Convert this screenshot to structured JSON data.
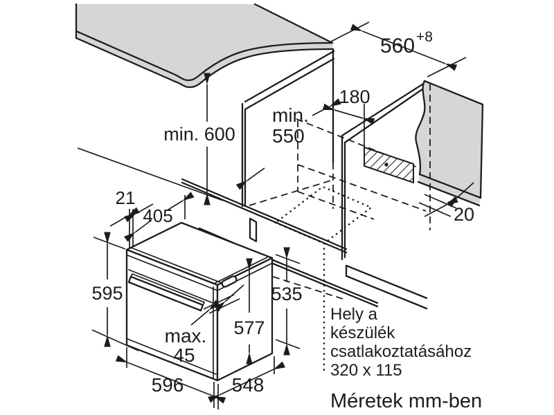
{
  "diagram": {
    "caption": "Méretek mm-ben",
    "note": {
      "line1": "Hely a",
      "line2": "készülék",
      "line3": "csatlakoztatásához",
      "line4": "320 x 115"
    },
    "dims": {
      "niche_width": "560",
      "niche_width_tolerance": "+8",
      "connection_offset": "180",
      "worktop_height": "min. 600",
      "niche_depth_line1": "min.",
      "niche_depth_line2": "550",
      "rear_gap": "20",
      "front_frame": "21",
      "top_depth": "405",
      "oven_height": "595",
      "side_height": "535",
      "body_depth": "577",
      "handle_depth_line1": "max.",
      "handle_depth_line2": "45",
      "oven_width": "596",
      "bottom_depth": "548"
    },
    "colors": {
      "line": "#1c1c1c",
      "surface": "#d6d6d6",
      "background": "#ffffff"
    }
  }
}
